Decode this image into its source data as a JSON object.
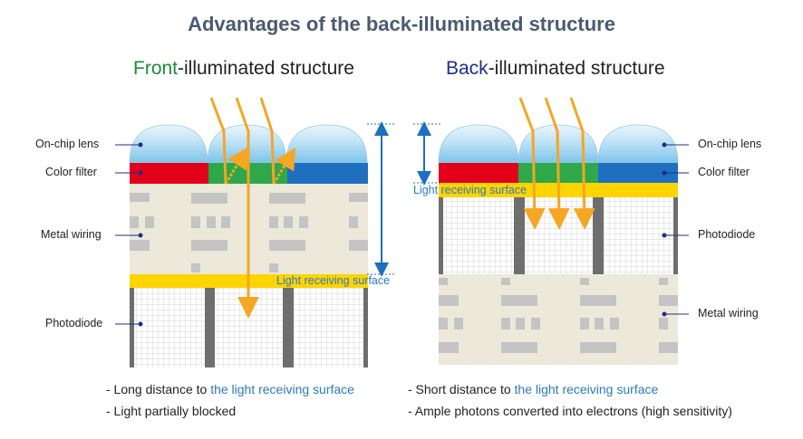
{
  "title": "Advantages of the back-illuminated structure",
  "front": {
    "heading_colored": "Front",
    "heading_rest": "-illuminated structure",
    "labels": {
      "on_chip_lens": "On-chip lens",
      "color_filter": "Color filter",
      "metal_wiring": "Metal wiring",
      "photodiode": "Photodiode",
      "light_receiving_surface": "Light receiving surface"
    },
    "notes": [
      {
        "prefix": "- Long distance to ",
        "highlight": "the light receiving surface"
      },
      {
        "prefix": "- Light partially blocked",
        "highlight": ""
      }
    ]
  },
  "back": {
    "heading_colored": "Back",
    "heading_rest": "-illuminated structure",
    "labels": {
      "on_chip_lens": "On-chip lens",
      "color_filter": "Color filter",
      "photodiode": "Photodiode",
      "metal_wiring": "Metal wiring",
      "light_receiving_surface": "Light receiving surface"
    },
    "notes": [
      {
        "prefix": "- Short distance to ",
        "highlight": "the light receiving surface"
      },
      {
        "prefix": "- Ample photons converted into electrons (high sensitivity)",
        "highlight": ""
      }
    ]
  },
  "colors": {
    "title": "#4a5a73",
    "front_accent": "#1f8a3a",
    "back_accent": "#1d2f8a",
    "highlight_text": "#2b7ac0",
    "filter_red": "#e2001a",
    "filter_green": "#2ea84a",
    "filter_blue": "#1f6fc0",
    "yellow_layer": "#ffd400",
    "light_arrow": "#f5a623",
    "dimension_arrow": "#1f6fc0"
  }
}
